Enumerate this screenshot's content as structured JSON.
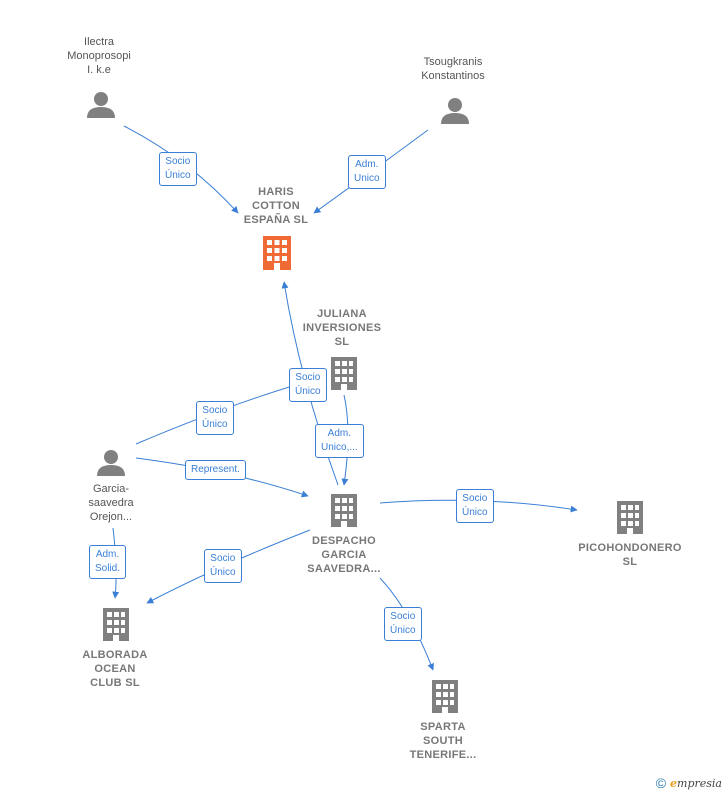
{
  "nodes": {
    "ilectra": [
      "Ilectra",
      "Monoprosopi",
      "I. k.e"
    ],
    "tsougkranis": [
      "Tsougkranis",
      "Konstantinos"
    ],
    "haris": [
      "HARIS",
      "COTTON",
      "ESPAÑA  SL"
    ],
    "juliana": [
      "JULIANA",
      "INVERSIONES",
      "SL"
    ],
    "garcia": [
      "Garcia-",
      "saavedra",
      "Orejon..."
    ],
    "despacho": [
      "DESPACHO",
      "GARCIA",
      "SAAVEDRA..."
    ],
    "picohondonero": [
      "PICOHONDONERO",
      "SL"
    ],
    "alborada": [
      "ALBORADA",
      "OCEAN",
      "CLUB  SL"
    ],
    "sparta": [
      "SPARTA",
      "SOUTH",
      "TENERIFE..."
    ]
  },
  "edges": {
    "e1": [
      "Socio",
      "Único"
    ],
    "e2": [
      "Adm.",
      "Unico"
    ],
    "e3": [
      "Socio",
      "Único"
    ],
    "e4": [
      "Socio",
      "Único"
    ],
    "e5": [
      "Adm.",
      "Unico,..."
    ],
    "e6": [
      "Represent."
    ],
    "e7": [
      "Socio",
      "Único"
    ],
    "e8": [
      "Adm.",
      "Solid."
    ],
    "e9": [
      "Socio",
      "Único"
    ],
    "e10": [
      "Socio",
      "Único"
    ]
  },
  "colors": {
    "edge": "#3a7fd5",
    "company_icon": "#808080",
    "highlight_icon": "#f06a35",
    "person_icon": "#808080"
  },
  "footer": {
    "copyright": "©",
    "brand_initial": "e",
    "brand_rest": "mpresia"
  }
}
